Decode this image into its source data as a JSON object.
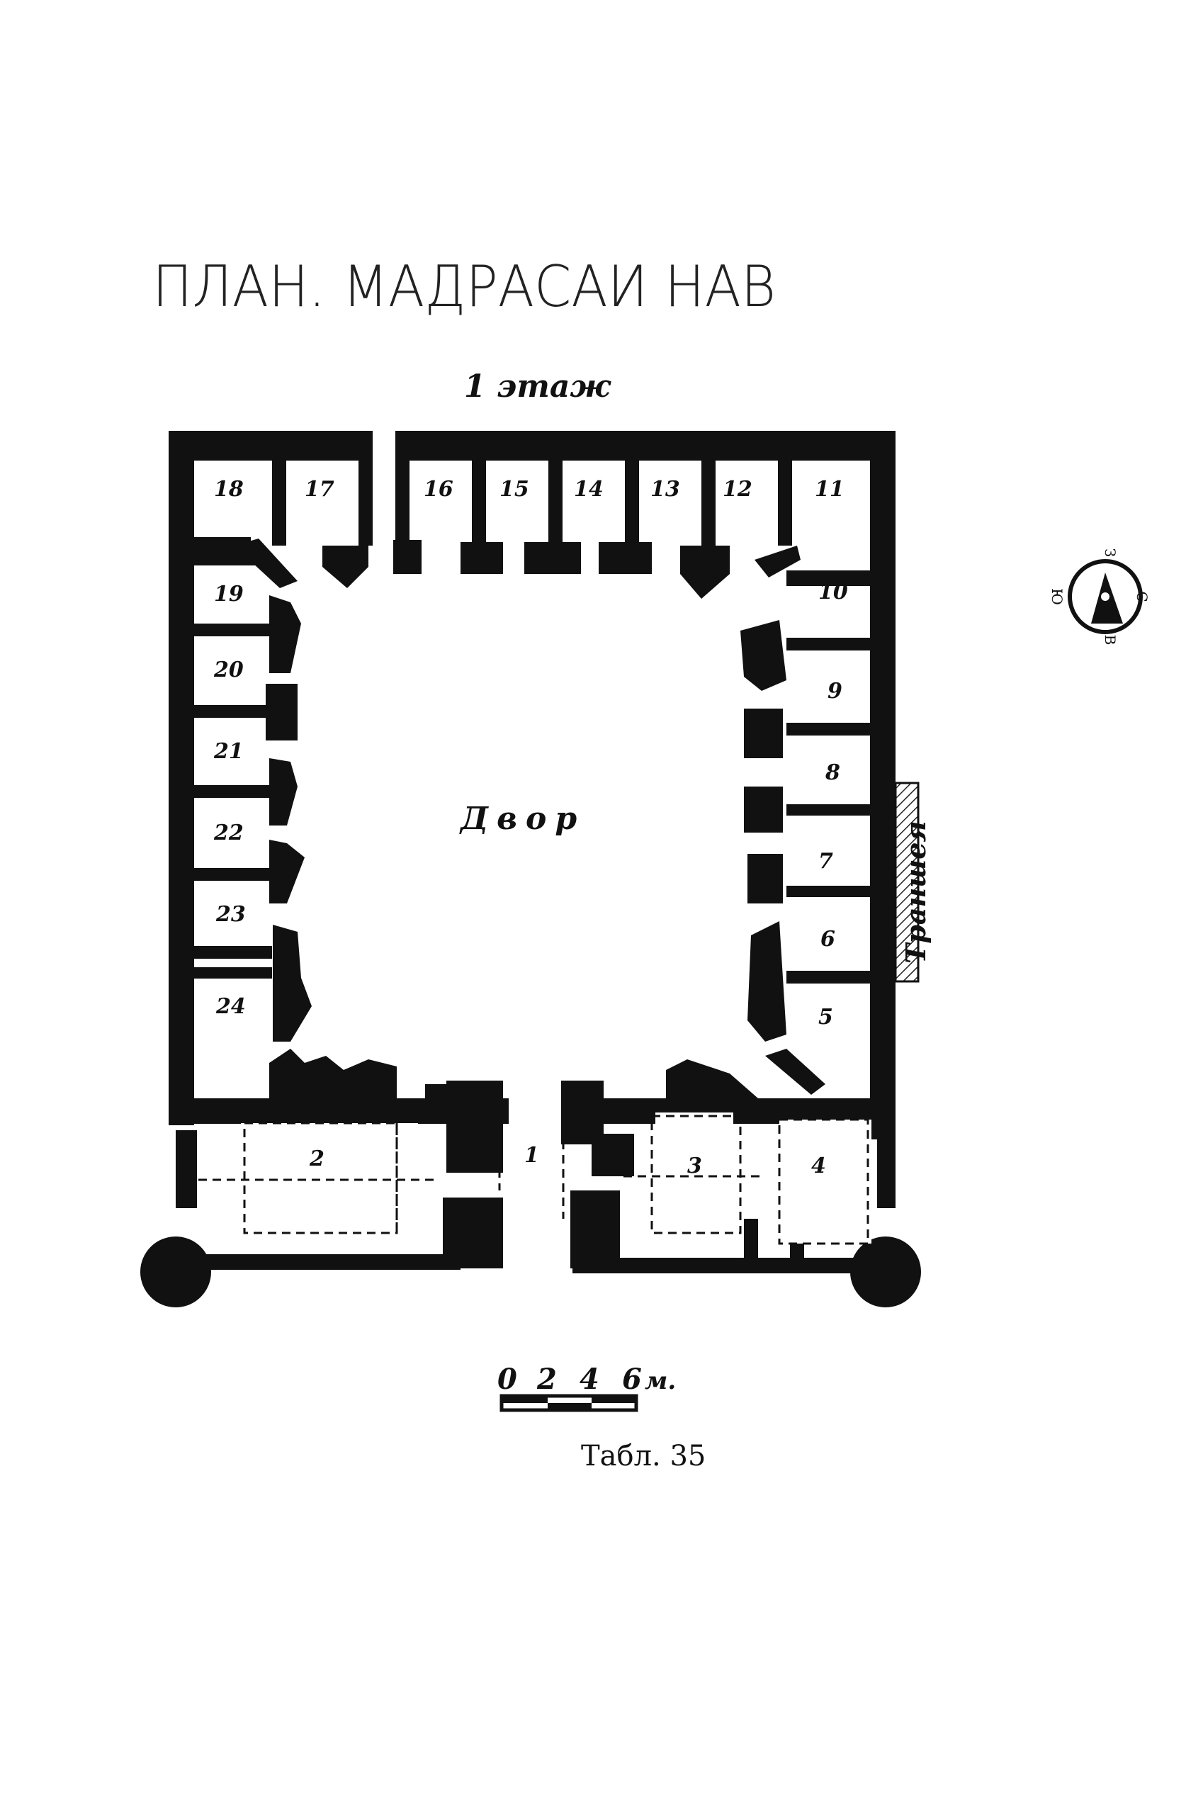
{
  "title": "ПЛАН. МАДРАСАИ НАВ",
  "subtitle": "1 этаж",
  "courtyard_label": "Двор",
  "trench_label": "Траншея",
  "scale": {
    "ticks": [
      "0",
      "2",
      "4",
      "6"
    ],
    "unit": "м."
  },
  "plate": "Табл. 35",
  "compass": {
    "n": "С",
    "s": "Ю",
    "e": "В",
    "w": "З"
  },
  "rooms": [
    "1",
    "2",
    "3",
    "4",
    "5",
    "6",
    "7",
    "8",
    "9",
    "10",
    "11",
    "12",
    "13",
    "14",
    "15",
    "16",
    "17",
    "18",
    "19",
    "20",
    "21",
    "22",
    "23",
    "24"
  ],
  "colors": {
    "wall": "#111111",
    "paper": "#ffffff",
    "hatch": "#222222"
  }
}
